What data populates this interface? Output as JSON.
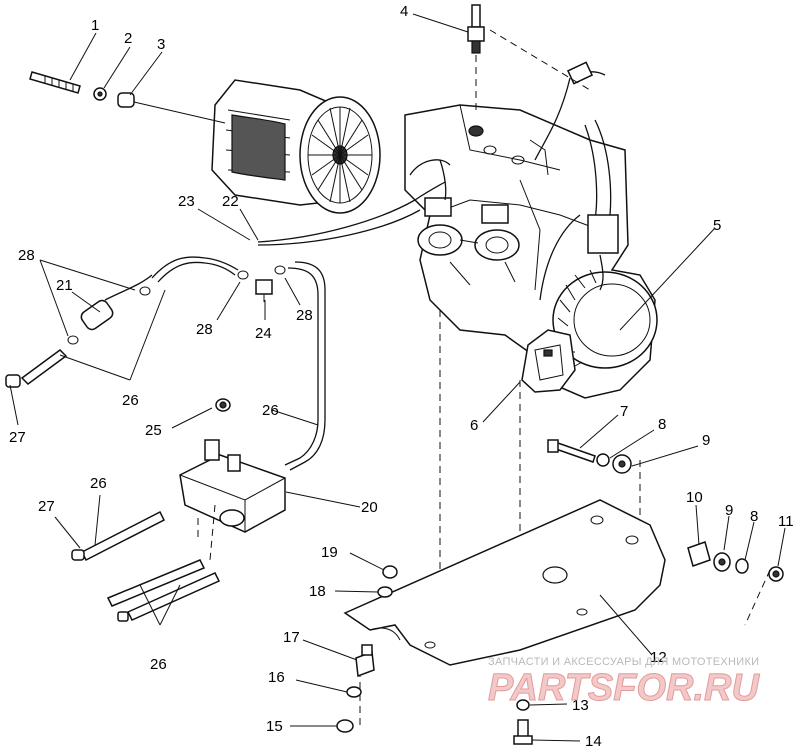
{
  "callouts": {
    "c1": "1",
    "c2": "2",
    "c3": "3",
    "c4": "4",
    "c5": "5",
    "c6": "6",
    "c7": "7",
    "c8a": "8",
    "c8b": "8",
    "c9a": "9",
    "c9b": "9",
    "c10": "10",
    "c11": "11",
    "c12": "12",
    "c13": "13",
    "c14": "14",
    "c15": "15",
    "c16": "16",
    "c17": "17",
    "c18": "18",
    "c19": "19",
    "c20": "20",
    "c21": "21",
    "c22": "22",
    "c23": "23",
    "c24": "24",
    "c25": "25",
    "c26a": "26",
    "c26b": "26",
    "c26c": "26",
    "c26d": "26",
    "c27a": "27",
    "c27b": "27",
    "c28a": "28",
    "c28b": "28",
    "c28c": "28"
  },
  "watermark": {
    "tagline": "ЗАПЧАСТИ И АКСЕССУАРЫ ДЛЯ МОТОТЕХНИКИ",
    "brand": "PARTSFOR.RU"
  }
}
